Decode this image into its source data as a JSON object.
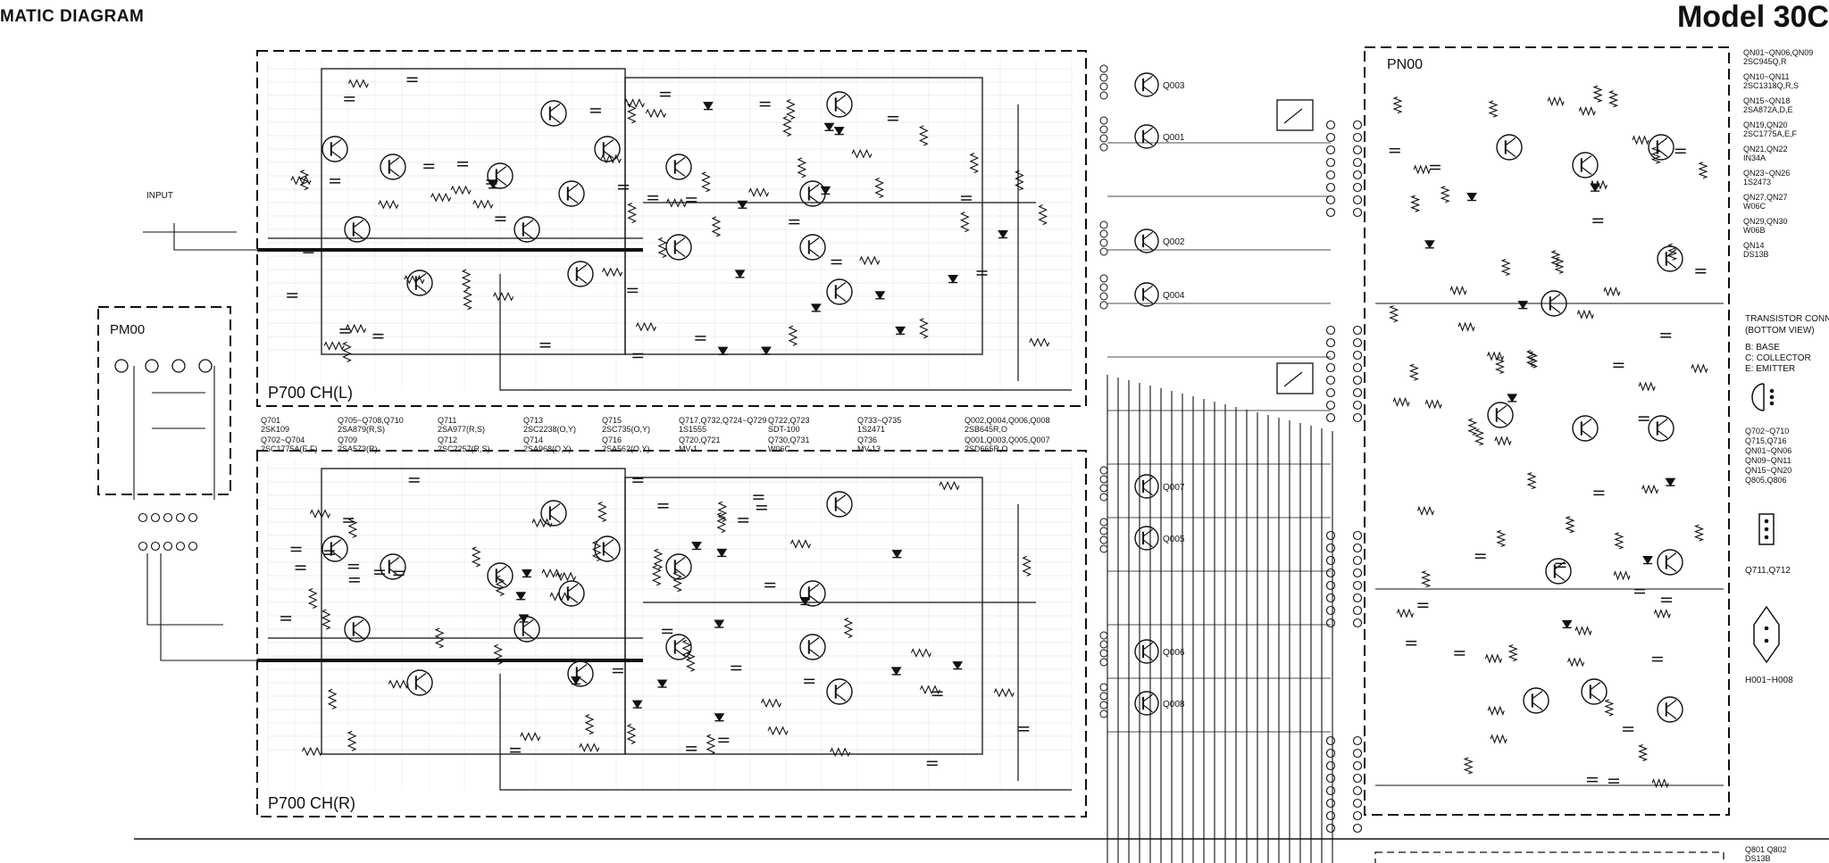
{
  "header": {
    "title_left": "MATIC DIAGRAM",
    "title_right": "Model 30C"
  },
  "blocks": {
    "main_top": "P700 CH(L)",
    "main_bottom": "P700 CH(R)",
    "power": "PM00",
    "protect": "PN00"
  },
  "labels": {
    "input": "INPUT"
  },
  "legend_left": [
    {
      "a": "Q701",
      "b": "2SK109"
    },
    {
      "a": "Q702~Q704",
      "b": "2SC1775A(E,F)"
    },
    {
      "a": "Q705~Q708,Q710",
      "b": "2SA879(R,S)"
    },
    {
      "a": "Q709",
      "b": "2SA573(R)"
    },
    {
      "a": "Q711",
      "b": "2SA977(R,S)"
    },
    {
      "a": "Q712",
      "b": "2SC2257(R,S)"
    },
    {
      "a": "Q713",
      "b": "2SC2238(O,Y)"
    },
    {
      "a": "Q714",
      "b": "2SA968(O,Y)"
    },
    {
      "a": "Q715",
      "b": "2SC735(O,Y)"
    },
    {
      "a": "Q716",
      "b": "2SA562(O,Y)"
    },
    {
      "a": "Q717,Q732,Q724~Q729",
      "b": "1S1555"
    },
    {
      "a": "Q720,Q721",
      "b": "MV-1"
    },
    {
      "a": "Q722,Q723",
      "b": "SDT-100"
    },
    {
      "a": "Q730,Q731",
      "b": "W06C"
    },
    {
      "a": "Q733~Q735",
      "b": "1S2471"
    },
    {
      "a": "Q736",
      "b": "MV-13"
    },
    {
      "a": "Q002,Q004,Q006,Q008",
      "b": "2SB645R,O"
    },
    {
      "a": "Q001,Q003,Q005,Q007",
      "b": "2SD665R,O"
    }
  ],
  "legend_right": [
    "QN01~QN06,QN09",
    "2SC945Q,R",
    "QN10~QN11",
    "2SC1318Q,R,S",
    "QN15~QN18",
    "2SA872A,D,E",
    "QN19,QN20",
    "2SC1775A,E,F",
    "QN21,QN22",
    "IN34A",
    "QN23~QN26",
    "1S2473",
    "QN27,QN27",
    "W06C",
    "QN29,QN30",
    "W06B",
    "QN14",
    "DS13B"
  ],
  "transistor_legend": {
    "title": "TRANSISTOR CONN",
    "subtitle": "(BOTTOM VIEW)",
    "b": "B: BASE",
    "c": "C: COLLECTOR",
    "e": "E: EMITTER"
  },
  "pkg_labels": [
    "Q702~Q710",
    "Q715,Q716",
    "QN01~QN06",
    "QN09~QN11",
    "QN15~QN20",
    "Q805,Q806"
  ],
  "pkg_label2": "Q711,Q712",
  "pkg_label3": "H001~H008",
  "bottom_right": [
    "Q801  Q802",
    "DS13B"
  ],
  "output_q": [
    "Q003",
    "Q001",
    "Q002",
    "Q004",
    "Q007",
    "Q005",
    "Q006",
    "Q008"
  ]
}
